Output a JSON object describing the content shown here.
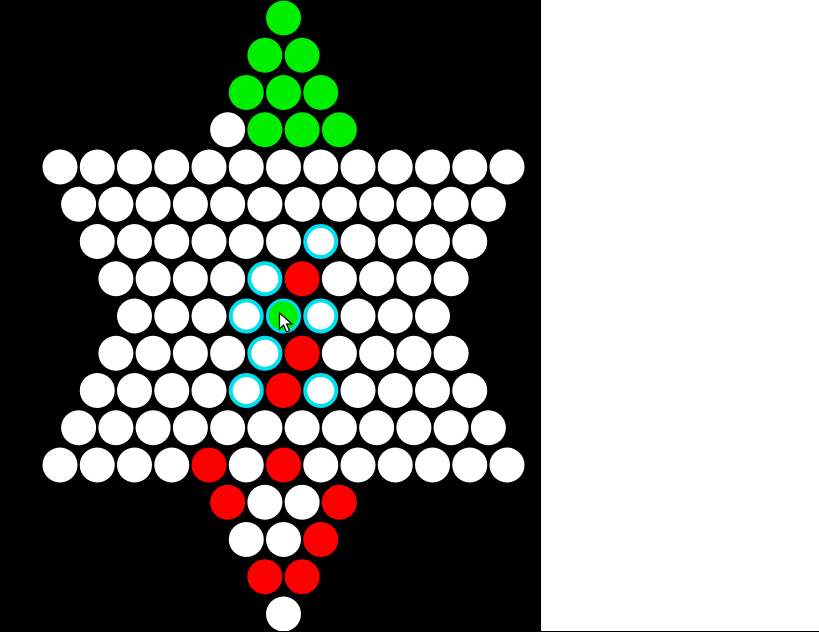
{
  "game": {
    "name": "chinese-checkers",
    "colors": {
      "background": "#000000",
      "empty": "#ffffff",
      "green": "#00ee00",
      "red": "#ff0000",
      "highlight_ring": "#00e0f0"
    },
    "rows": [
      [
        "green"
      ],
      [
        "green",
        "green"
      ],
      [
        "green",
        "green",
        "green"
      ],
      [
        "empty",
        "green",
        "green",
        "green"
      ],
      [
        "empty",
        "empty",
        "empty",
        "empty",
        "empty",
        "empty",
        "empty",
        "empty",
        "empty",
        "empty",
        "empty",
        "empty",
        "empty"
      ],
      [
        "empty",
        "empty",
        "empty",
        "empty",
        "empty",
        "empty",
        "empty",
        "empty",
        "empty",
        "empty",
        "empty",
        "empty"
      ],
      [
        "empty",
        "empty",
        "empty",
        "empty",
        "empty",
        "empty",
        "highlight",
        "empty",
        "empty",
        "empty",
        "empty"
      ],
      [
        "empty",
        "empty",
        "empty",
        "empty",
        "highlight",
        "red",
        "empty",
        "empty",
        "empty",
        "empty"
      ],
      [
        "empty",
        "empty",
        "empty",
        "highlight",
        "green-selected",
        "highlight",
        "empty",
        "empty",
        "empty"
      ],
      [
        "empty",
        "empty",
        "empty",
        "empty",
        "highlight",
        "red",
        "empty",
        "empty",
        "empty",
        "empty"
      ],
      [
        "empty",
        "empty",
        "empty",
        "empty",
        "highlight",
        "red",
        "highlight",
        "empty",
        "empty",
        "empty",
        "empty"
      ],
      [
        "empty",
        "empty",
        "empty",
        "empty",
        "empty",
        "empty",
        "empty",
        "empty",
        "empty",
        "empty",
        "empty",
        "empty"
      ],
      [
        "empty",
        "empty",
        "empty",
        "empty",
        "red",
        "empty",
        "red",
        "empty",
        "empty",
        "empty",
        "empty",
        "empty",
        "empty"
      ],
      [
        "red",
        "empty",
        "empty",
        "red"
      ],
      [
        "empty",
        "empty",
        "red"
      ],
      [
        "red",
        "red"
      ],
      [
        "empty"
      ]
    ],
    "selected_piece": "green",
    "cursor": "arrow-cursor-icon"
  }
}
